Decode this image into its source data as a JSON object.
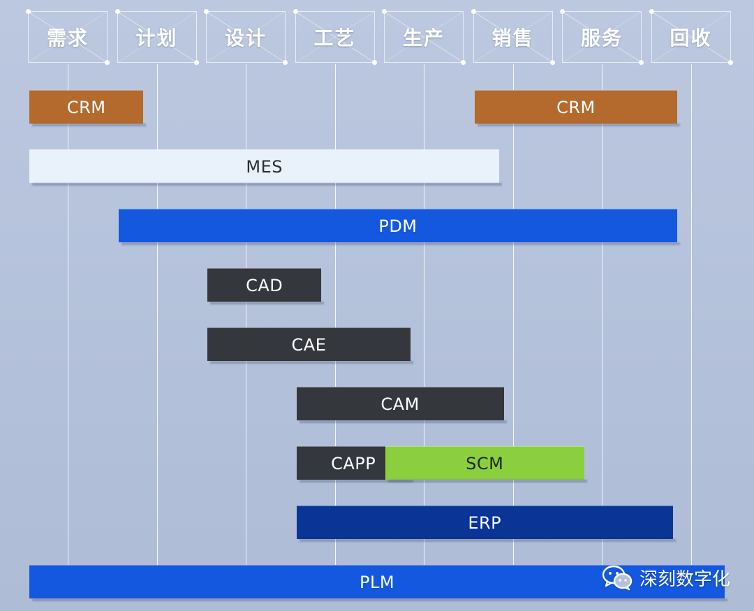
{
  "phases": [
    "需求",
    "计划",
    "设计",
    "工艺",
    "生产",
    "销售",
    "服务",
    "回收"
  ],
  "systems": [
    {
      "label": "CRM",
      "start": 0,
      "end": 0.85,
      "row": 0,
      "color": "#b46a2c",
      "text_color": "#ffffff"
    },
    {
      "label": "CRM",
      "start": 5,
      "end": 6.85,
      "row": 0,
      "color": "#b46a2c",
      "text_color": "#ffffff"
    },
    {
      "label": "MES",
      "start": 0,
      "end": 4.85,
      "row": 1,
      "color": "#e9f1fb",
      "text_color": "#2a2d33"
    },
    {
      "label": "PDM",
      "start": 1,
      "end": 6.85,
      "row": 2,
      "color": "#1458e0",
      "text_color": "#ffffff"
    },
    {
      "label": "CAD",
      "start": 2,
      "end": 2.85,
      "row": 3,
      "color": "#34373c",
      "text_color": "#ffffff"
    },
    {
      "label": "CAE",
      "start": 2,
      "end": 3.85,
      "row": 4,
      "color": "#34373c",
      "text_color": "#ffffff"
    },
    {
      "label": "CAM",
      "start": 3,
      "end": 4.9,
      "row": 5,
      "color": "#34373c",
      "text_color": "#ffffff"
    },
    {
      "label": "CAPP",
      "start": 3,
      "end": 3.85,
      "row": 6,
      "color": "#34373c",
      "text_color": "#ffffff"
    },
    {
      "label": "SCM",
      "start": 4,
      "end": 5.8,
      "row": 6,
      "color": "#8ccf3e",
      "text_color": "#1e2a10"
    },
    {
      "label": "ERP",
      "start": 3,
      "end": 6.8,
      "row": 7,
      "color": "#0a3596",
      "text_color": "#ffffff"
    },
    {
      "label": "PLM",
      "start": 0,
      "end": 7.85,
      "row": 8,
      "color": "#1458e0",
      "text_color": "#ffffff"
    }
  ],
  "watermark": {
    "text": "深刻数字化",
    "icon": "wechat-icon"
  }
}
